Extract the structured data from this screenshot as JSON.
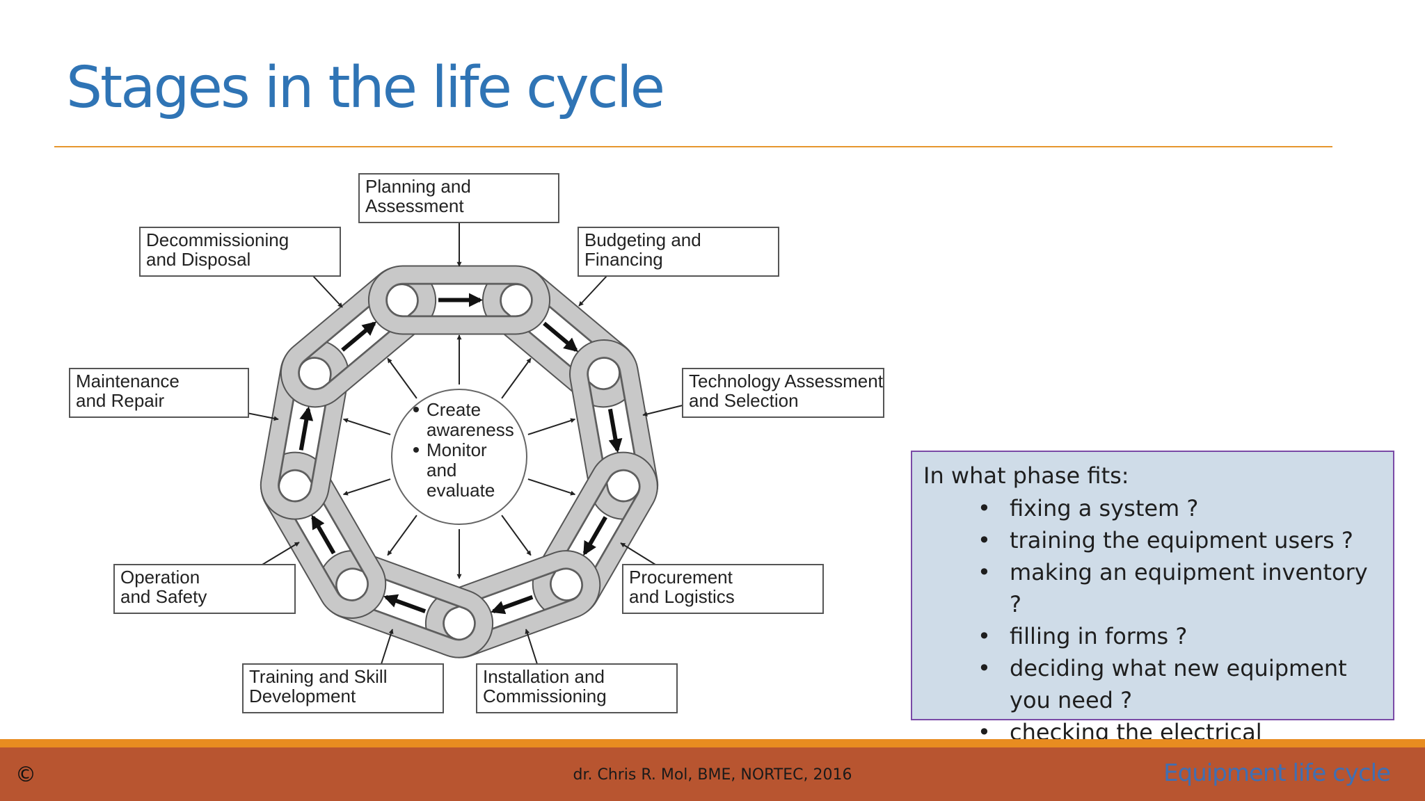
{
  "slide": {
    "title": "Stages in the life cycle"
  },
  "diagram": {
    "center": {
      "bullets": [
        "Create awareness",
        "Monitor and evaluate"
      ],
      "lines": [
        {
          "text": "Create",
          "bullet": true
        },
        {
          "text": "awareness",
          "bullet": false
        },
        {
          "text": "Monitor",
          "bullet": true
        },
        {
          "text": "and",
          "bullet": false
        },
        {
          "text": "evaluate",
          "bullet": false
        }
      ]
    },
    "stages": [
      {
        "label": "Planning and Assessment",
        "lines": [
          "Planning and",
          "Assessment"
        ]
      },
      {
        "label": "Budgeting and Financing",
        "lines": [
          "Budgeting and",
          "Financing"
        ]
      },
      {
        "label": "Technology Assessment and Selection",
        "lines": [
          "Technology Assessment",
          "and Selection"
        ]
      },
      {
        "label": "Procurement and Logistics",
        "lines": [
          "Procurement",
          "and Logistics"
        ]
      },
      {
        "label": "Installation and Commissioning",
        "lines": [
          "Installation and",
          "Commissioning"
        ]
      },
      {
        "label": "Training and Skill Development",
        "lines": [
          "Training and Skill",
          "Development"
        ]
      },
      {
        "label": "Operation and Safety",
        "lines": [
          "Operation",
          "and Safety"
        ]
      },
      {
        "label": "Maintenance and Repair",
        "lines": [
          "Maintenance",
          "and Repair"
        ]
      },
      {
        "label": "Decommissioning and Disposal",
        "lines": [
          "Decommissioning",
          "and Disposal"
        ]
      }
    ]
  },
  "questions": {
    "intro": "In what phase fits:",
    "items": [
      "fixing a system ?",
      "training the equipment users ?",
      "making an equipment inventory ?",
      "filling in forms ?",
      "deciding what new equipment you need ?",
      "checking the electrical grounding ?"
    ]
  },
  "footer": {
    "copyright": "©",
    "credit": "dr. Chris R. Mol, BME, NORTEC, 2016",
    "topic": "Equipment life cycle"
  },
  "colors": {
    "title": "#2f74b5",
    "rule": "#e6962e",
    "footer_bar": "#b85530",
    "footer_stripe": "#e88c20",
    "question_box": "#cfdce8",
    "question_border": "#7a4aa6",
    "chain_link": "#c8c8c8"
  }
}
